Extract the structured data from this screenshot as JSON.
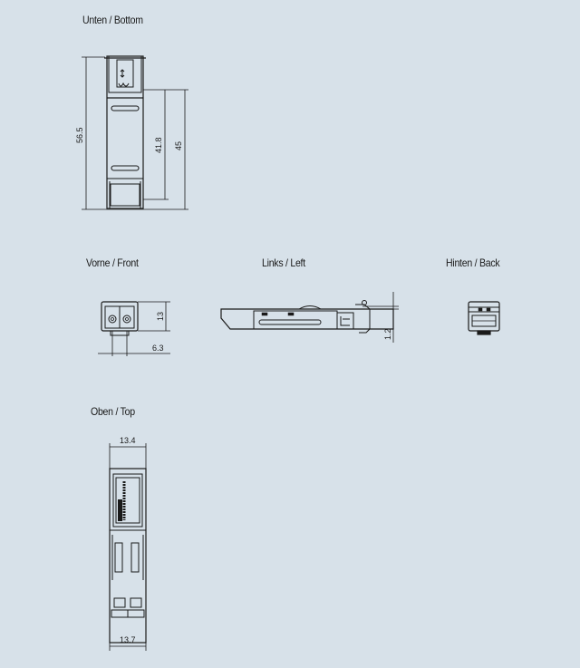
{
  "views": {
    "bottom": {
      "title": "Unten / Bottom",
      "dims": {
        "total_length": "56.5",
        "inner_length": "41.8",
        "body_length": "45"
      }
    },
    "front": {
      "title": "Vorne / Front",
      "dims": {
        "height": "13",
        "port_pitch": "6.3"
      }
    },
    "left": {
      "title": "Links / Left",
      "dims": {
        "latch_offset": "1.2"
      }
    },
    "back": {
      "title": "Hinten / Back"
    },
    "top": {
      "title": "Oben / Top",
      "dims": {
        "top_width": "13.4",
        "bottom_width": "13.7"
      }
    }
  },
  "colors": {
    "background": "#d7e1e9",
    "line": "#1a1a1a"
  }
}
